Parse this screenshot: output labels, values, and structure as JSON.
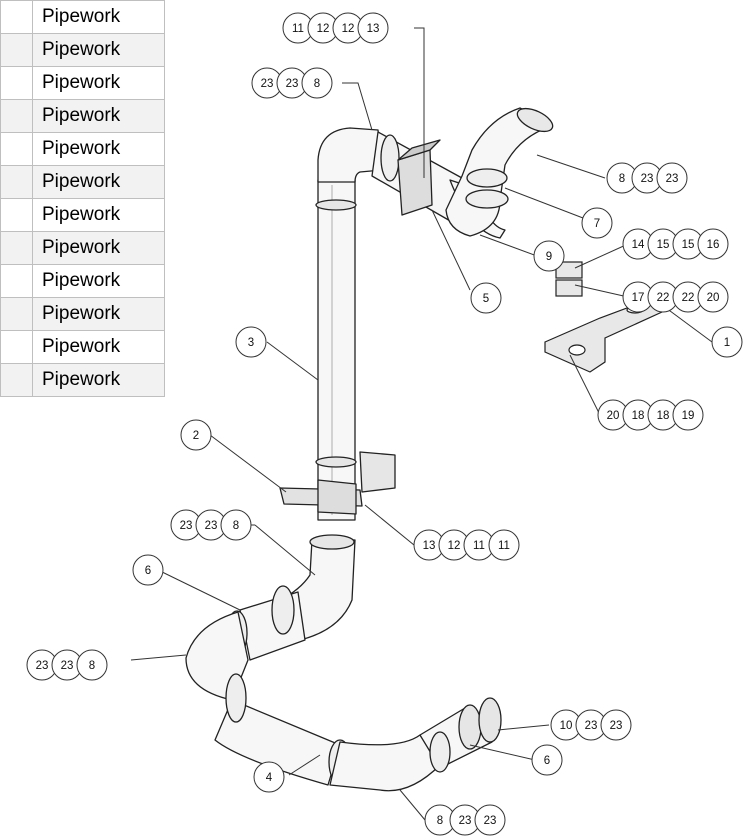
{
  "table": {
    "rows": [
      "Pipework",
      "Pipework",
      "Pipework",
      "Pipework",
      "Pipework",
      "Pipework",
      "Pipework",
      "Pipework",
      "Pipework",
      "Pipework",
      "Pipework",
      "Pipework"
    ]
  },
  "balloons": [
    {
      "id": "b-a",
      "labels": [
        "11",
        "12",
        "12",
        "13"
      ]
    },
    {
      "id": "b-b",
      "labels": [
        "23",
        "23",
        "8"
      ]
    },
    {
      "id": "b-c",
      "labels": [
        "8",
        "23",
        "23"
      ]
    },
    {
      "id": "b-d",
      "labels": [
        "7"
      ]
    },
    {
      "id": "b-e",
      "labels": [
        "9"
      ]
    },
    {
      "id": "b-f",
      "labels": [
        "5"
      ]
    },
    {
      "id": "b-g",
      "labels": [
        "14",
        "15",
        "15",
        "16"
      ]
    },
    {
      "id": "b-h",
      "labels": [
        "17",
        "22",
        "22",
        "20"
      ]
    },
    {
      "id": "b-i",
      "labels": [
        "1"
      ]
    },
    {
      "id": "b-j",
      "labels": [
        "20",
        "18",
        "18",
        "19"
      ]
    },
    {
      "id": "b-k",
      "labels": [
        "3"
      ]
    },
    {
      "id": "b-l",
      "labels": [
        "2"
      ]
    },
    {
      "id": "b-m",
      "labels": [
        "13",
        "12",
        "11",
        "11"
      ]
    },
    {
      "id": "b-n",
      "labels": [
        "23",
        "23",
        "8"
      ]
    },
    {
      "id": "b-o",
      "labels": [
        "6"
      ]
    },
    {
      "id": "b-p",
      "labels": [
        "23",
        "23",
        "8"
      ]
    },
    {
      "id": "b-q",
      "labels": [
        "10",
        "23",
        "23"
      ]
    },
    {
      "id": "b-r",
      "labels": [
        "6"
      ]
    },
    {
      "id": "b-s",
      "labels": [
        "4"
      ]
    },
    {
      "id": "b-t",
      "labels": [
        "8",
        "23",
        "23"
      ]
    }
  ]
}
